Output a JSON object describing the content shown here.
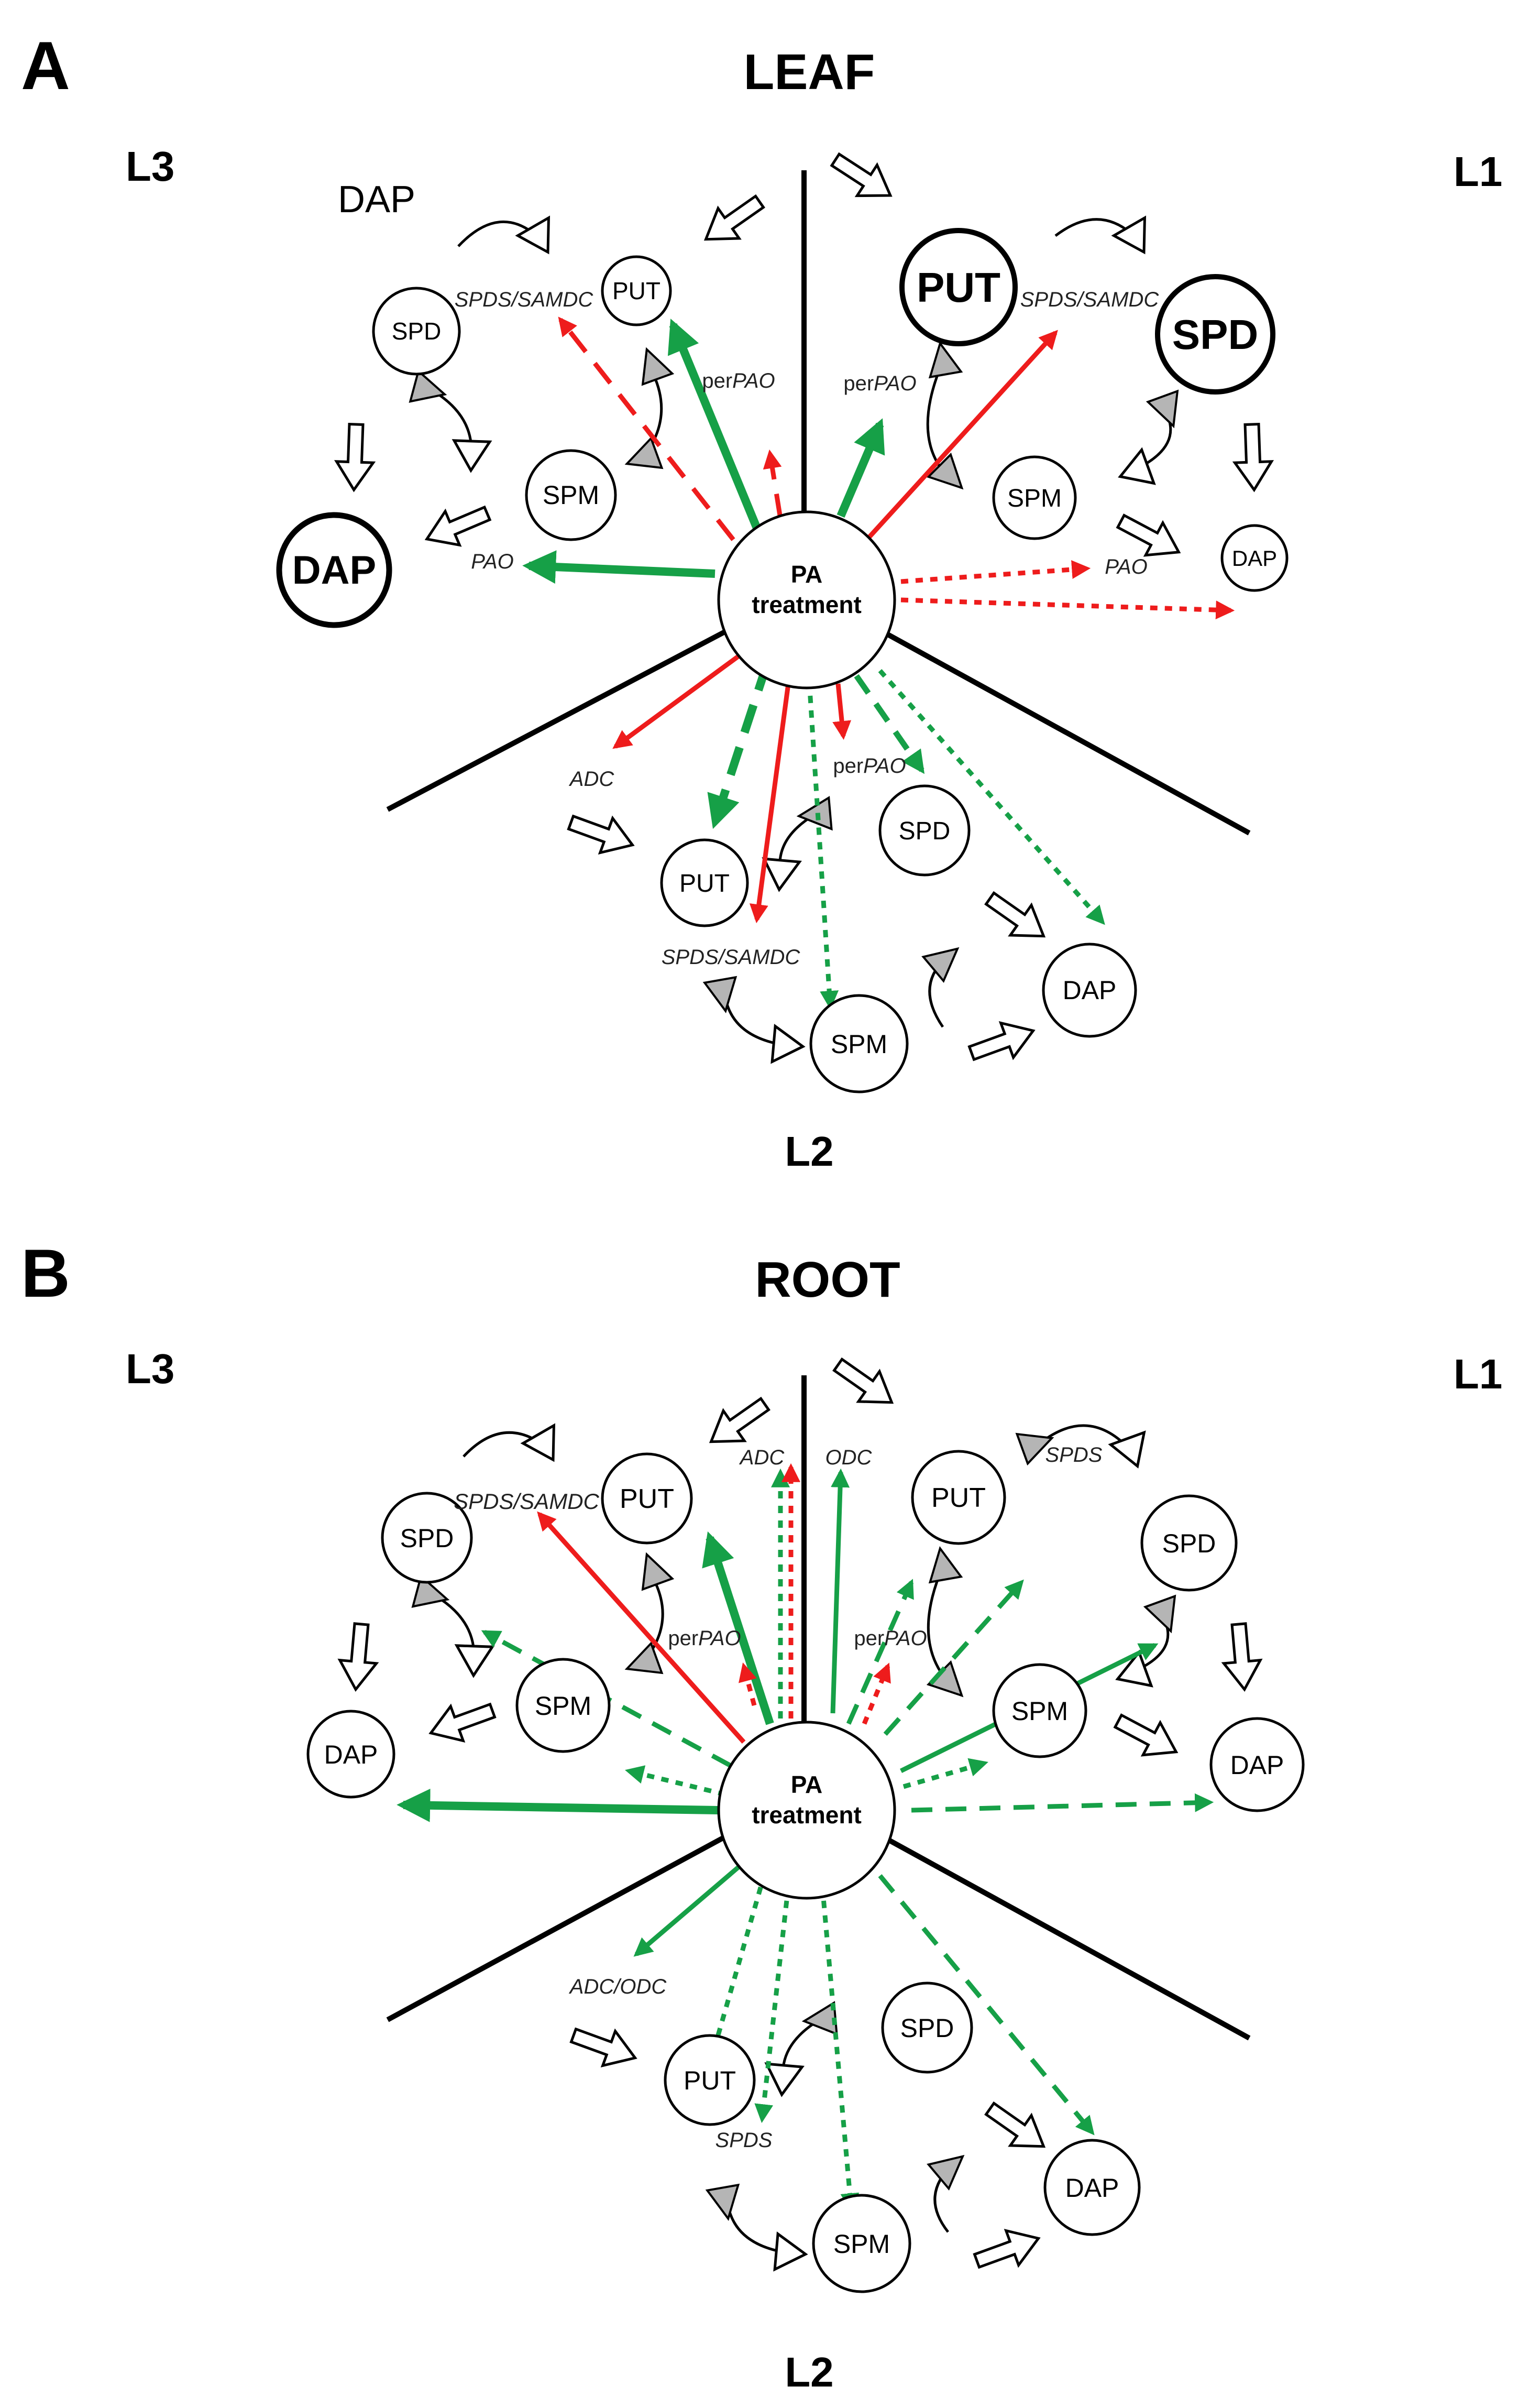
{
  "panels": [
    {
      "letter": "A",
      "title": "LEAF",
      "lines": [
        "L3",
        "L1",
        "L2"
      ],
      "center_line1": "PA",
      "center_line2": "treatment",
      "free_text": "DAP",
      "nodes": [
        "PUT",
        "SPD",
        "SPM",
        "DAP",
        "PUT",
        "SPD",
        "SPM",
        "DAP",
        "PUT",
        "SPD",
        "SPM",
        "DAP"
      ],
      "enzymes": [
        {
          "pre": "",
          "name": "SPDS/SAMDC"
        },
        {
          "pre": "per",
          "name": "PAO"
        },
        {
          "pre": "",
          "name": "PAO"
        },
        {
          "pre": "",
          "name": "SPDS/SAMDC"
        },
        {
          "pre": "per",
          "name": "PAO"
        },
        {
          "pre": "",
          "name": "PAO"
        },
        {
          "pre": "",
          "name": "ADC"
        },
        {
          "pre": "per",
          "name": "PAO"
        },
        {
          "pre": "",
          "name": "SPDS/SAMDC"
        }
      ]
    },
    {
      "letter": "B",
      "title": "ROOT",
      "lines": [
        "L3",
        "L1",
        "L2"
      ],
      "center_line1": "PA",
      "center_line2": "treatment",
      "nodes": [
        "PUT",
        "SPD",
        "SPM",
        "DAP",
        "PUT",
        "SPD",
        "SPM",
        "DAP",
        "PUT",
        "SPD",
        "SPM",
        "DAP"
      ],
      "enzymes": [
        {
          "pre": "",
          "name": "SPDS/SAMDC"
        },
        {
          "pre": "per",
          "name": "PAO"
        },
        {
          "pre": "",
          "name": "ADC"
        },
        {
          "pre": "",
          "name": "ODC"
        },
        {
          "pre": "",
          "name": "SPDS"
        },
        {
          "pre": "per",
          "name": "PAO"
        },
        {
          "pre": "",
          "name": "ADC/ODC"
        },
        {
          "pre": "",
          "name": "SPDS"
        }
      ]
    }
  ],
  "colors": {
    "increase": "#16a047",
    "decrease": "#ee1c1c",
    "line": "#000000",
    "gray_arrow": "#b5b5b5"
  }
}
